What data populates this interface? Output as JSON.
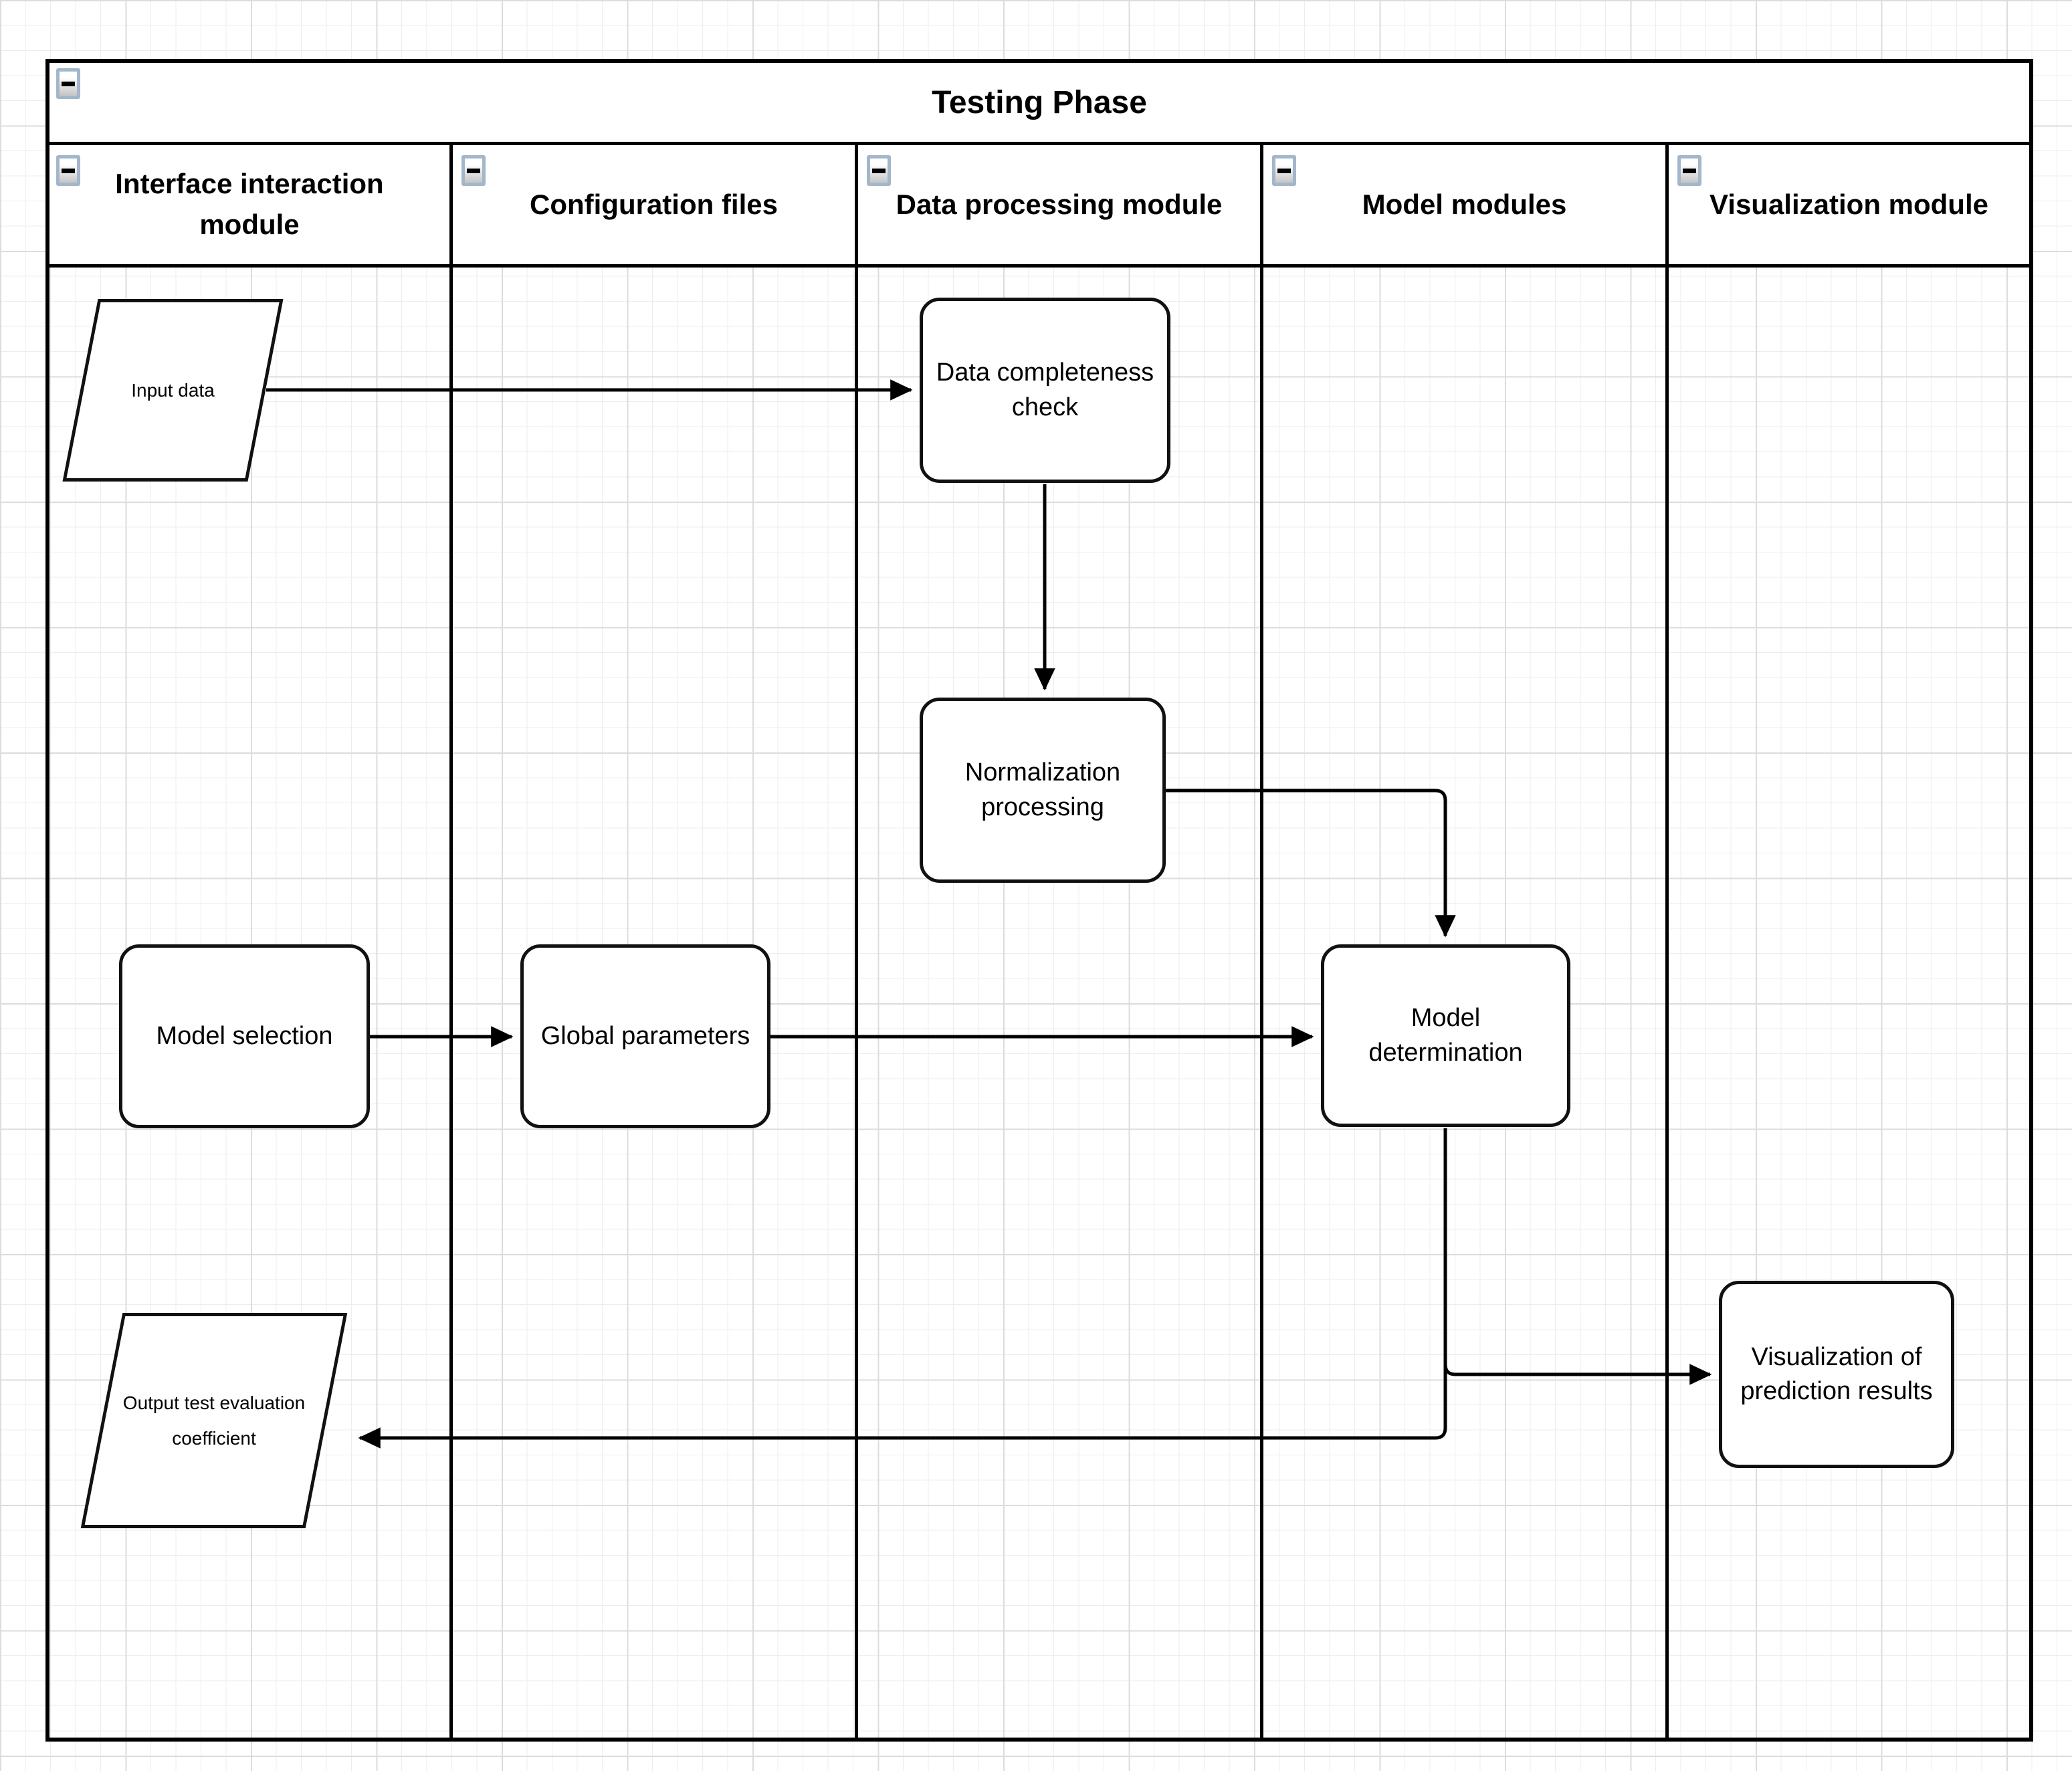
{
  "diagram": {
    "title": "Testing Phase",
    "lanes": [
      {
        "id": "interface-interaction-module",
        "label": "Interface interaction module"
      },
      {
        "id": "configuration-files",
        "label": "Configuration files"
      },
      {
        "id": "data-processing-module",
        "label": "Data processing module"
      },
      {
        "id": "model-modules",
        "label": "Model modules"
      },
      {
        "id": "visualization-module",
        "label": "Visualization module"
      }
    ],
    "nodes": [
      {
        "id": "input-data",
        "label": "Input data",
        "shape": "parallelogram",
        "lane": "interface-interaction-module"
      },
      {
        "id": "data-completeness-check",
        "label": "Data completeness check",
        "shape": "rounded-rectangle",
        "lane": "data-processing-module"
      },
      {
        "id": "normalization-processing",
        "label": "Normalization processing",
        "shape": "rounded-rectangle",
        "lane": "data-processing-module"
      },
      {
        "id": "model-selection",
        "label": "Model selection",
        "shape": "rounded-rectangle",
        "lane": "interface-interaction-module"
      },
      {
        "id": "global-parameters",
        "label": "Global parameters",
        "shape": "rounded-rectangle",
        "lane": "configuration-files"
      },
      {
        "id": "model-determination",
        "label": "Model determination",
        "shape": "rounded-rectangle",
        "lane": "model-modules"
      },
      {
        "id": "visualization-of-prediction-results",
        "label": "Visualization of prediction results",
        "shape": "rounded-rectangle",
        "lane": "visualization-module"
      },
      {
        "id": "output-test-evaluation-coefficient",
        "label": "Output test evaluation coefficient",
        "shape": "parallelogram",
        "lane": "interface-interaction-module"
      }
    ],
    "edges": [
      {
        "from": "input-data",
        "to": "data-completeness-check"
      },
      {
        "from": "data-completeness-check",
        "to": "normalization-processing"
      },
      {
        "from": "normalization-processing",
        "to": "model-determination"
      },
      {
        "from": "model-selection",
        "to": "global-parameters"
      },
      {
        "from": "global-parameters",
        "to": "model-determination"
      },
      {
        "from": "model-determination",
        "to": "visualization-of-prediction-results"
      },
      {
        "from": "model-determination",
        "to": "output-test-evaluation-coefficient"
      }
    ],
    "colors": {
      "stroke": "#000000",
      "node_fill": "#ffffff",
      "lane_fill": "#ffffff",
      "grid_minor": "#ededed",
      "grid_major": "#dcdcdc",
      "collapse_border": "#a3b6ca"
    }
  }
}
